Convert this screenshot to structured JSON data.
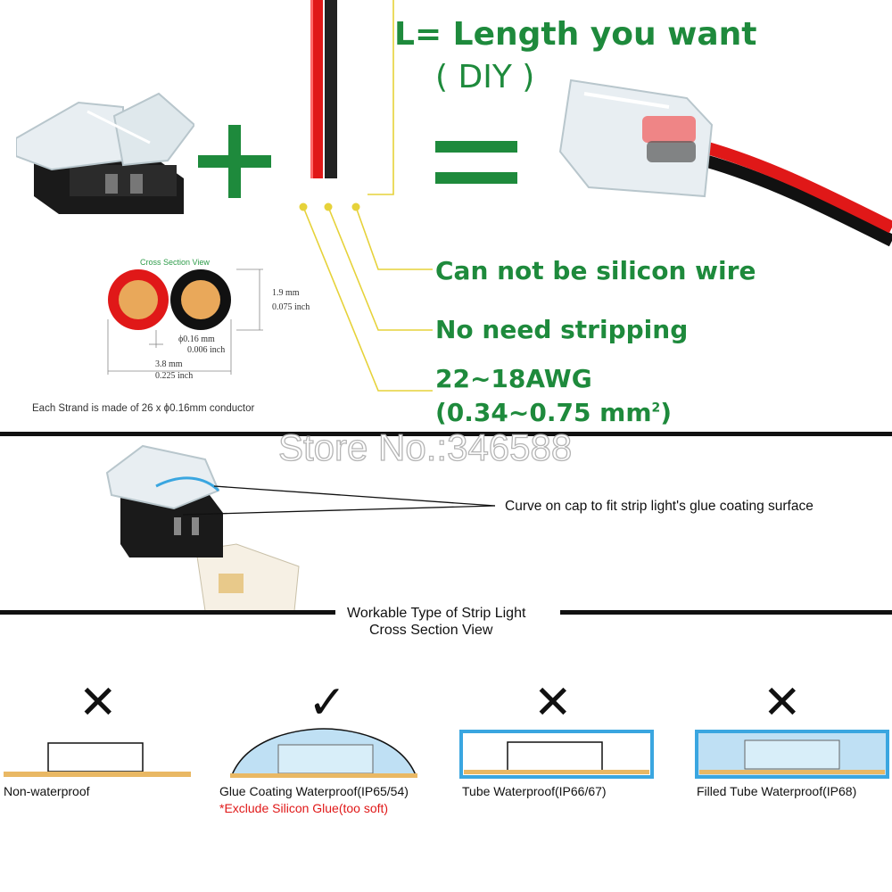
{
  "header": {
    "length_title": "L= Length you want",
    "diy": "( DIY )",
    "features": [
      "Can not be silicon wire",
      "No need stripping",
      "22~18AWG"
    ],
    "cross_section_mm": "(0.34~0.75 mm",
    "cross_section_sup": "2",
    "cross_section_end": ")"
  },
  "cross_section_diagram": {
    "title": "Cross Section View",
    "dim_height_mm": "1.9 mm",
    "dim_height_inch": "0.075 inch",
    "dim_strand_mm": "ϕ0.16 mm",
    "dim_strand_inch": "0.006 inch",
    "dim_width_mm": "3.8 mm",
    "dim_width_inch": "0.225 inch",
    "caption": "Each Strand is made of 26 x ϕ0.16mm conductor"
  },
  "watermark": "Store No.:346588",
  "cap_note": "Curve on cap to fit strip light's glue coating surface",
  "section_title_1": "Workable Type of Strip Light",
  "section_title_2": "Cross Section View",
  "strip_types": [
    {
      "mark": "✕",
      "label": "Non-waterproof",
      "note": ""
    },
    {
      "mark": "✓",
      "label": "Glue Coating Waterproof(IP65/54)",
      "note": "*Exclude Silicon Glue(too soft)"
    },
    {
      "mark": "✕",
      "label": "Tube Waterproof(IP66/67)",
      "note": ""
    },
    {
      "mark": "✕",
      "label": "Filled Tube Waterproof(IP68)",
      "note": ""
    }
  ],
  "colors": {
    "green": "#1e8a3c",
    "gold": "#e6d23a",
    "red_wire": "#e01818",
    "tube_blue": "#3aa6e0"
  }
}
